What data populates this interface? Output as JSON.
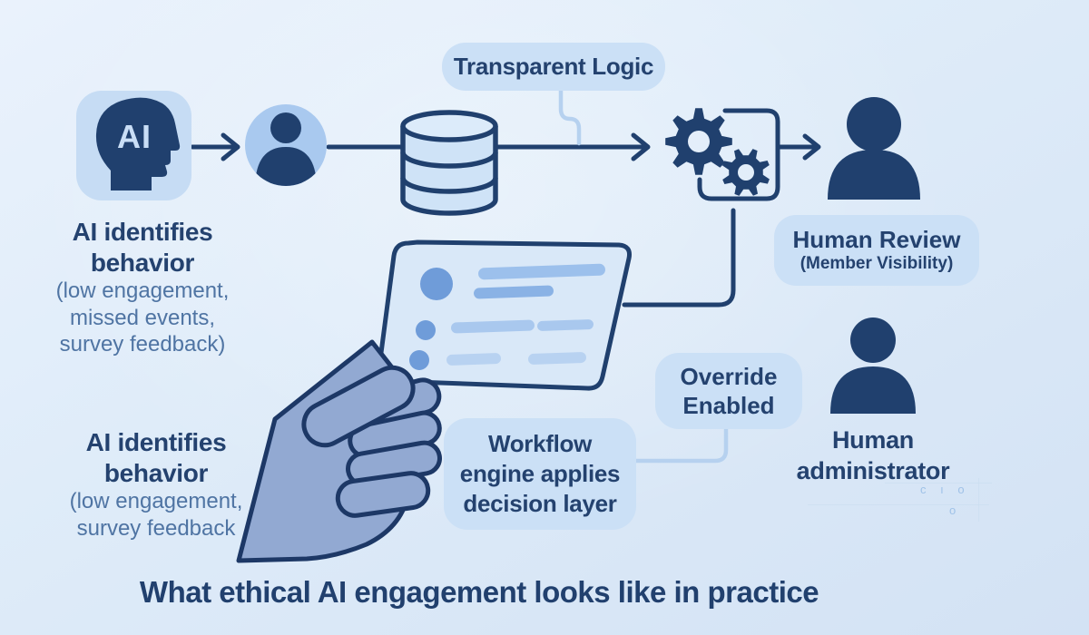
{
  "title": "What ethical AI engagement looks like in practice",
  "colors": {
    "navy": "#20406e",
    "sub_text": "#4f74a3",
    "bubble_bg": "#cbe0f6",
    "avatar_bg": "#a9c9ef",
    "ai_square_bg": "#c6dcf4",
    "database_fill": "#cfe3f7",
    "card_fill": "#d9e8f8",
    "hand_fill": "#92a9d2",
    "light_connector": "#b6d1ef",
    "card_dot": "#6f9cd9",
    "background_top": "#eaf2fc",
    "background_bottom": "#d3e2f4"
  },
  "flow": {
    "ai_icon": {
      "label": "AI"
    }
  },
  "icons": {
    "ai_head": "ai-head-icon",
    "member_avatar": "person-avatar-icon",
    "database": "database-icon",
    "gears": "workflow-gears-icon",
    "human_review_person": "person-silhouette-icon",
    "human_admin_person": "person-silhouette-icon",
    "member_card": "member-profile-card",
    "hand": "hand-holding-card"
  },
  "bubbles": {
    "transparent_logic": "Transparent Logic",
    "human_review": {
      "line1": "Human Review",
      "line2": "(Member Visibility)"
    },
    "override": {
      "line1": "Override",
      "line2": "Enabled"
    },
    "workflow": {
      "line1": "Workflow",
      "line2": "engine applies",
      "line3": "decision layer"
    }
  },
  "labels": {
    "block1": {
      "line1": "AI identifies",
      "line2": "behavior",
      "sub1": "(low engagement,",
      "sub2": "missed events,",
      "sub3": "survey feedback)"
    },
    "block2": {
      "line1": "AI identifies",
      "line2": "behavior",
      "sub1": "(low engagement,",
      "sub2": "survey feedback"
    },
    "human_admin": {
      "line1": "Human",
      "line2": "administrator"
    }
  },
  "artifacts": {
    "marks1": "c ı o",
    "marks2": "o"
  }
}
